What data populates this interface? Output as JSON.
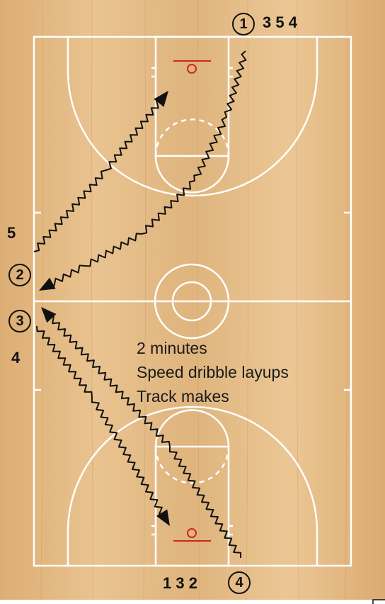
{
  "court": {
    "wood_light": "#e8c08d",
    "wood_dark": "#d29f63",
    "line_color": "#ffffff",
    "rim_color": "#cc2a1e",
    "ink_color": "#111111"
  },
  "players": [
    {
      "id": "p1",
      "number": "1"
    },
    {
      "id": "p2",
      "number": "2"
    },
    {
      "id": "p3",
      "number": "3"
    },
    {
      "id": "p4",
      "number": "4"
    }
  ],
  "queues": {
    "top": "3 5 4",
    "left_upper": "5",
    "left_lower": "4",
    "bottom": "1 3 2"
  },
  "notes": [
    "2 minutes",
    "Speed dribble layups",
    "Track makes"
  ],
  "icons": {
    "dribble_path": "zigzag-arrow-icon",
    "basket": "hoop-icon"
  }
}
